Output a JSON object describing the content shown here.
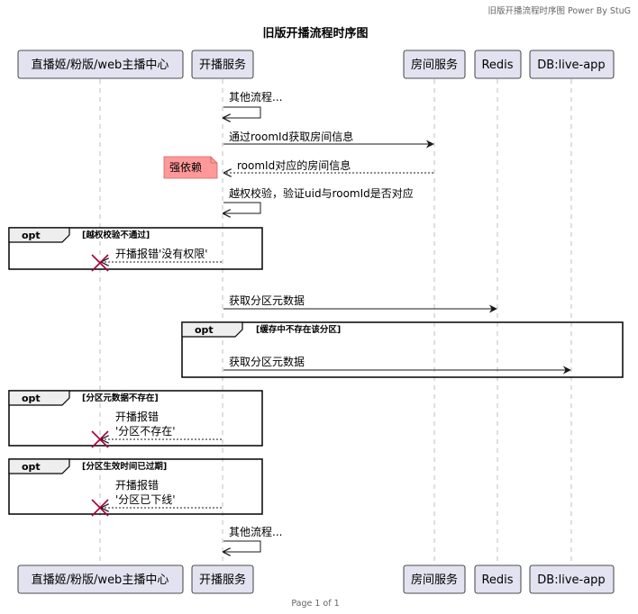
{
  "header": {
    "right_text": "旧版开播流程时序图 Power By StuG"
  },
  "title": "旧版开播流程时序图",
  "footer": {
    "page_text": "Page 1 of 1"
  },
  "colors": {
    "participant_fill": "#e2e2f0",
    "participant_stroke": "#181818",
    "lifeline": "#bfbfbf",
    "note_fill": "#ff9999",
    "note_stroke": "#cc6666",
    "destroy_x": "#a80036"
  },
  "participants": {
    "p1": "直播姬/粉版/web主播中心",
    "p2": "开播服务",
    "p3": "房间服务",
    "p4": "Redis",
    "p5": "DB:live-app"
  },
  "messages": {
    "m1": "其他流程...",
    "m2": "通过roomId获取房间信息",
    "m3": "roomId对应的房间信息",
    "m4": "越权校验，验证uid与roomId是否对应",
    "m5": "开播报错'没有权限'",
    "m6": "获取分区元数据",
    "m7": "获取分区元数据",
    "m8_line1": "开播报错",
    "m8_line2": "'分区不存在'",
    "m9_line1": "开播报错",
    "m9_line2": "'分区已下线'",
    "m10": "其他流程..."
  },
  "note": {
    "text": "强依赖"
  },
  "frames": {
    "f1": {
      "label": "opt",
      "condition": "[越权校验不通过]"
    },
    "f2": {
      "label": "opt",
      "condition": "[缓存中不存在该分区]"
    },
    "f3": {
      "label": "opt",
      "condition": "[分区元数据不存在]"
    },
    "f4": {
      "label": "opt",
      "condition": "[分区生效时间已过期]"
    }
  }
}
